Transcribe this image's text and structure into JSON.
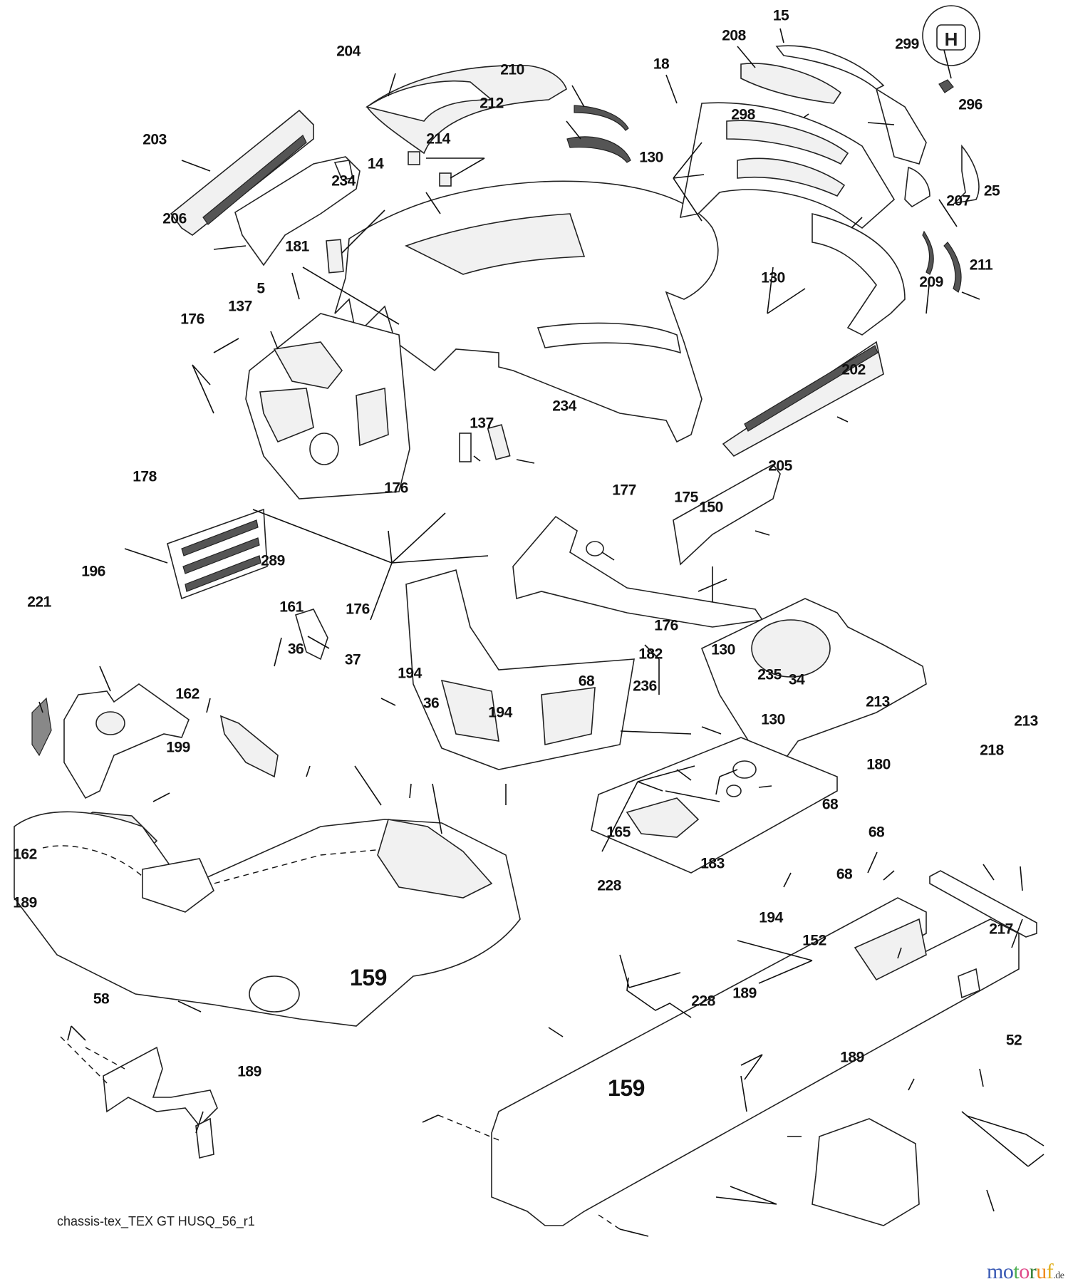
{
  "diagram": {
    "title": "chassis-tex_TEX GT HUSQ_56_r1",
    "brand_emblem": "H",
    "watermark": {
      "letters": [
        {
          "ch": "m",
          "color": "#3b5bb5"
        },
        {
          "ch": "o",
          "color": "#3b5bb5"
        },
        {
          "ch": "t",
          "color": "#4caf50"
        },
        {
          "ch": "o",
          "color": "#e04a8a"
        },
        {
          "ch": "r",
          "color": "#2e7d32"
        },
        {
          "ch": "u",
          "color": "#f08a1c"
        },
        {
          "ch": "f",
          "color": "#e0b020"
        }
      ],
      "tld": ".de"
    },
    "labels": [
      {
        "id": "l204",
        "text": "204"
      },
      {
        "id": "l210",
        "text": "210"
      },
      {
        "id": "l212",
        "text": "212"
      },
      {
        "id": "l214",
        "text": "214"
      },
      {
        "id": "l203",
        "text": "203"
      },
      {
        "id": "l14",
        "text": "14"
      },
      {
        "id": "l234a",
        "text": "234"
      },
      {
        "id": "l206",
        "text": "206"
      },
      {
        "id": "l15",
        "text": "15"
      },
      {
        "id": "l208",
        "text": "208"
      },
      {
        "id": "l18",
        "text": "18"
      },
      {
        "id": "l299",
        "text": "299"
      },
      {
        "id": "l298",
        "text": "298"
      },
      {
        "id": "l296",
        "text": "296"
      },
      {
        "id": "l130a",
        "text": "130"
      },
      {
        "id": "l25",
        "text": "25"
      },
      {
        "id": "l207",
        "text": "207"
      },
      {
        "id": "l130b",
        "text": "130"
      },
      {
        "id": "l209",
        "text": "209"
      },
      {
        "id": "l211",
        "text": "211"
      },
      {
        "id": "l181",
        "text": "181"
      },
      {
        "id": "l5",
        "text": "5"
      },
      {
        "id": "l137a",
        "text": "137"
      },
      {
        "id": "l176a",
        "text": "176"
      },
      {
        "id": "l202",
        "text": "202"
      },
      {
        "id": "l137b",
        "text": "137"
      },
      {
        "id": "l234b",
        "text": "234"
      },
      {
        "id": "l205",
        "text": "205"
      },
      {
        "id": "l178",
        "text": "178"
      },
      {
        "id": "l176b",
        "text": "176"
      },
      {
        "id": "l177",
        "text": "177"
      },
      {
        "id": "l175",
        "text": "175"
      },
      {
        "id": "l150",
        "text": "150"
      },
      {
        "id": "l289",
        "text": "289"
      },
      {
        "id": "l196",
        "text": "196"
      },
      {
        "id": "l221",
        "text": "221"
      },
      {
        "id": "l161",
        "text": "161"
      },
      {
        "id": "l176c",
        "text": "176"
      },
      {
        "id": "l176d",
        "text": "176"
      },
      {
        "id": "l182",
        "text": "182"
      },
      {
        "id": "l130c",
        "text": "130"
      },
      {
        "id": "l36a",
        "text": "36"
      },
      {
        "id": "l162a",
        "text": "162"
      },
      {
        "id": "l37",
        "text": "37"
      },
      {
        "id": "l194a",
        "text": "194"
      },
      {
        "id": "l36b",
        "text": "36"
      },
      {
        "id": "l194b",
        "text": "194"
      },
      {
        "id": "l235",
        "text": "235"
      },
      {
        "id": "l68a",
        "text": "68"
      },
      {
        "id": "l236",
        "text": "236"
      },
      {
        "id": "l34",
        "text": "34"
      },
      {
        "id": "l130d",
        "text": "130"
      },
      {
        "id": "l213a",
        "text": "213"
      },
      {
        "id": "l213b",
        "text": "213"
      },
      {
        "id": "l218",
        "text": "218"
      },
      {
        "id": "l199",
        "text": "199"
      },
      {
        "id": "l180",
        "text": "180"
      },
      {
        "id": "l68b",
        "text": "68"
      },
      {
        "id": "l68c",
        "text": "68"
      },
      {
        "id": "l165",
        "text": "165"
      },
      {
        "id": "l183",
        "text": "183"
      },
      {
        "id": "l68d",
        "text": "68"
      },
      {
        "id": "l162b",
        "text": "162"
      },
      {
        "id": "l228a",
        "text": "228"
      },
      {
        "id": "l189a",
        "text": "189"
      },
      {
        "id": "l194c",
        "text": "194"
      },
      {
        "id": "l217",
        "text": "217"
      },
      {
        "id": "l152",
        "text": "152"
      },
      {
        "id": "l58",
        "text": "58"
      },
      {
        "id": "l159a",
        "text": "159"
      },
      {
        "id": "l189b",
        "text": "189"
      },
      {
        "id": "l228b",
        "text": "228"
      },
      {
        "id": "l52",
        "text": "52"
      },
      {
        "id": "l189c",
        "text": "189"
      },
      {
        "id": "l189d",
        "text": "189"
      },
      {
        "id": "l159b",
        "text": "159"
      }
    ]
  }
}
